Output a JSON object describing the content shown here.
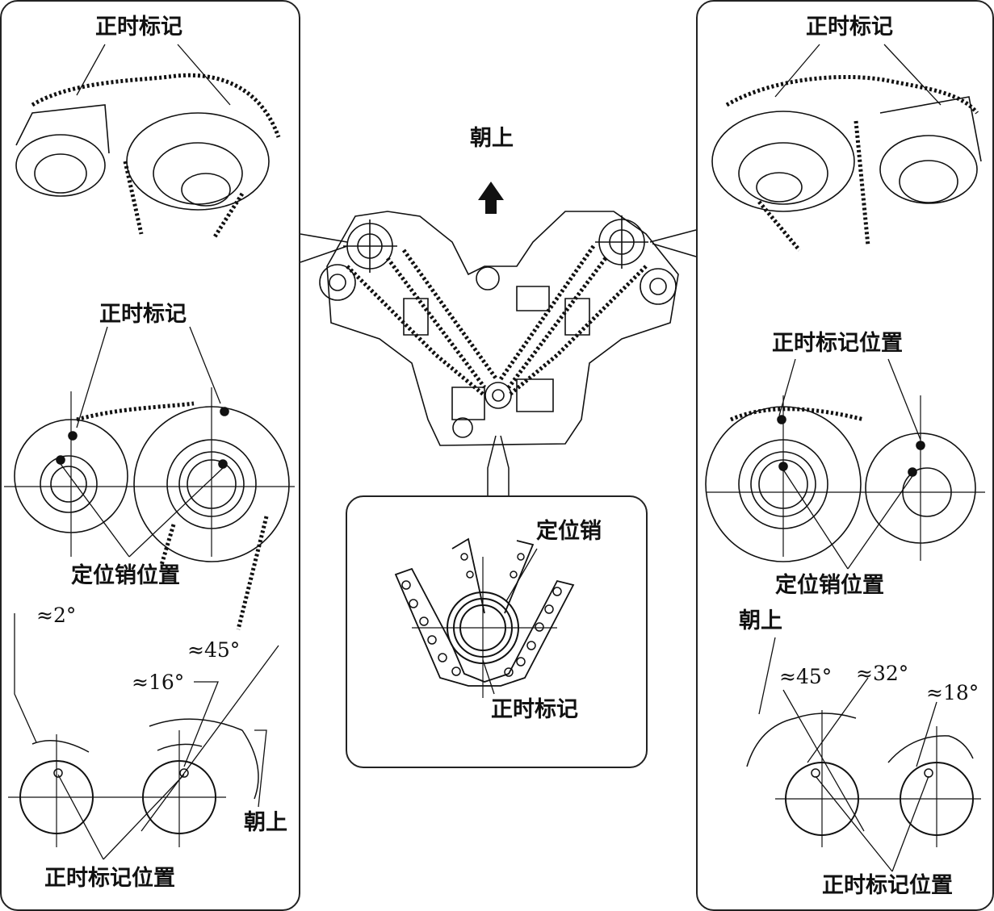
{
  "center": {
    "up_label": "朝上",
    "inset_pin_label": "定位销",
    "inset_mark_label": "正时标记"
  },
  "left_panel": {
    "top_timing_mark": "正时标记",
    "mid_timing_mark": "正时标记",
    "pin_position": "定位销位置",
    "angles": {
      "a2": "≈2°",
      "a16": "≈16°",
      "a45": "≈45°"
    },
    "up_label": "朝上",
    "mark_position": "正时标记位置"
  },
  "right_panel": {
    "top_timing_mark": "正时标记",
    "mid_timing_mark_position": "正时标记位置",
    "pin_position": "定位销位置",
    "up_label": "朝上",
    "angles": {
      "a45": "≈45°",
      "a32": "≈32°",
      "a18": "≈18°"
    },
    "mark_position": "正时标记位置"
  }
}
